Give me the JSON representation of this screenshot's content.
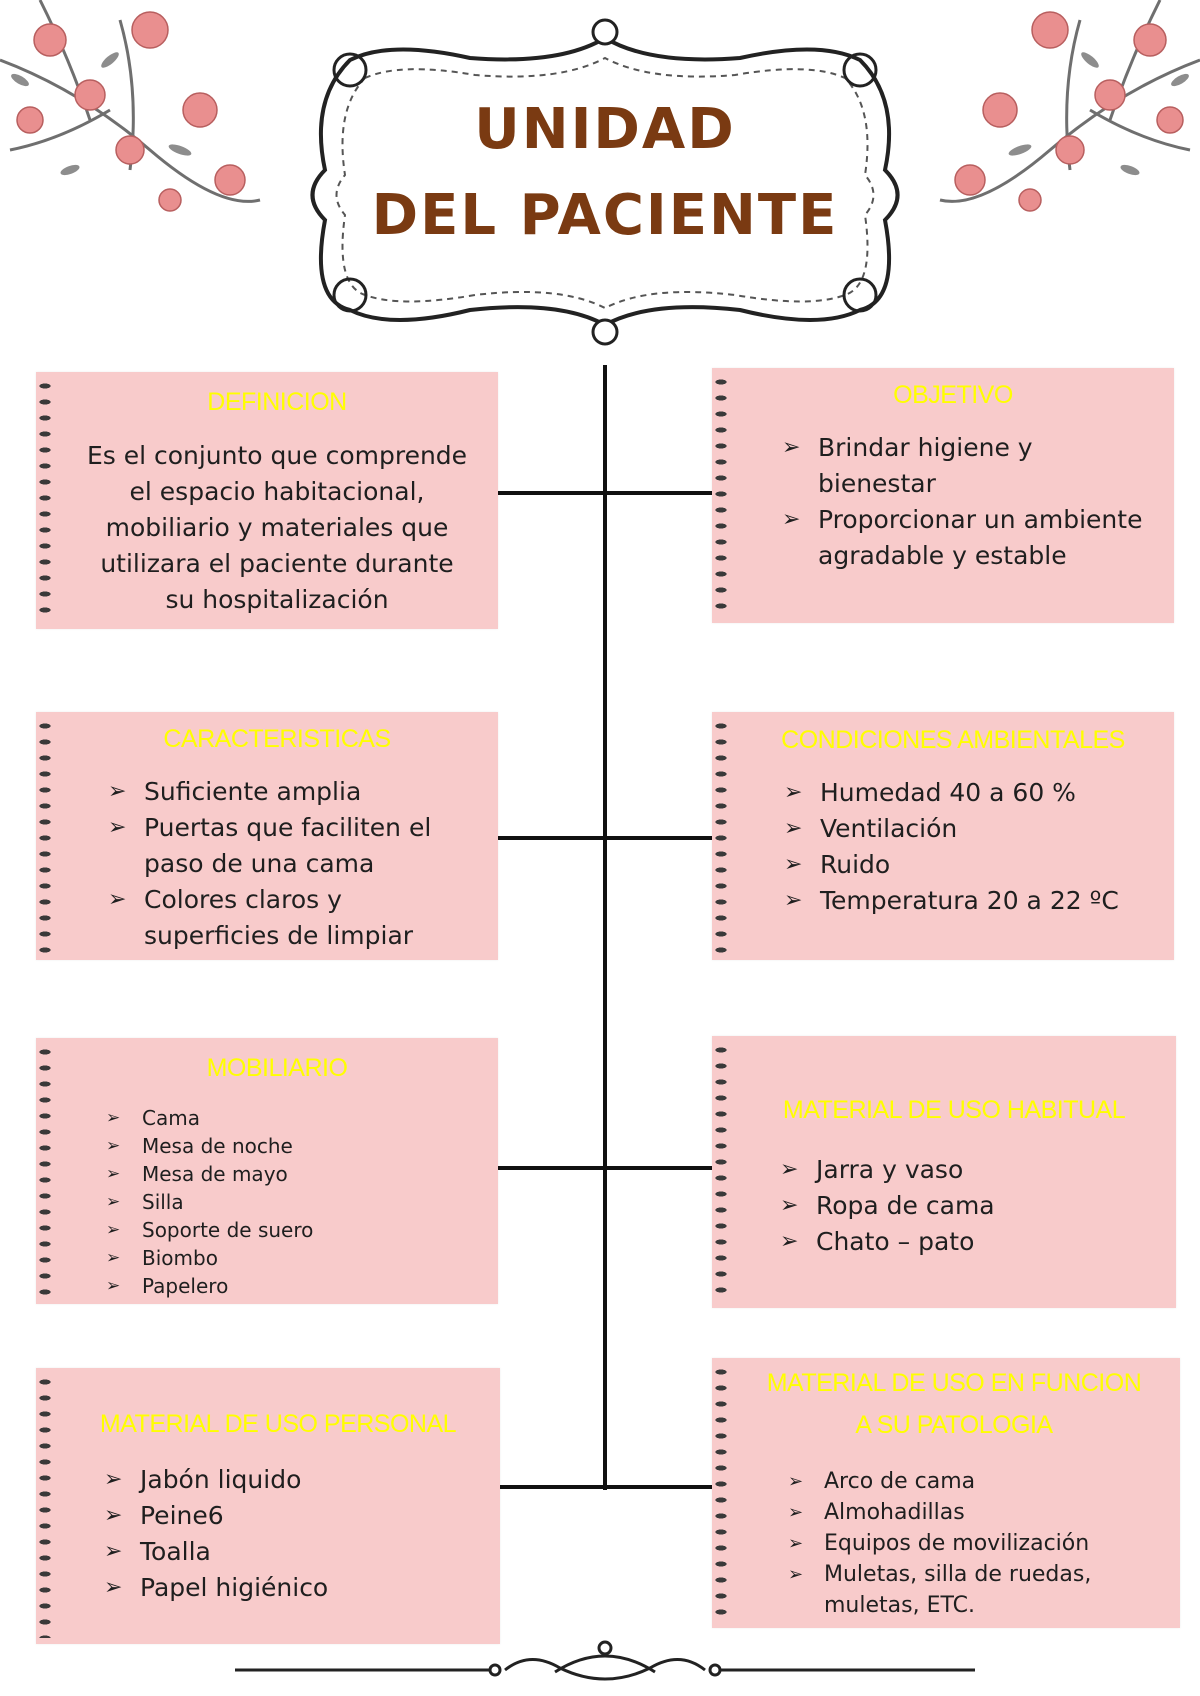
{
  "title": {
    "line1": "UNIDAD",
    "line2": "DEL PACIENTE"
  },
  "colors": {
    "card": "#f8cbcb",
    "card_title": "#ffff00",
    "title": "#7a3a12",
    "line": "#111111",
    "flower": "#e98f8f"
  },
  "sections": {
    "definicion": {
      "title": "DEFINICION",
      "text": "Es el conjunto que comprende el espacio habitacional, mobiliario y materiales que utilizara el paciente durante su hospitalización"
    },
    "objetivo": {
      "title": "OBJETIVO",
      "items": [
        "Brindar higiene y bienestar",
        "Proporcionar un ambiente agradable y estable"
      ]
    },
    "caracteristicas": {
      "title": "CARACTERISTICAS",
      "items": [
        "Suficiente amplia",
        "Puertas que faciliten el paso de una cama",
        "Colores claros y superficies de limpiar"
      ]
    },
    "condiciones": {
      "title": "CONDICIONES AMBIENTALES",
      "items": [
        "Humedad 40 a 60 %",
        "Ventilación",
        "Ruido",
        "Temperatura 20 a 22 ºC"
      ]
    },
    "mobiliario": {
      "title": "MOBILIARIO",
      "items": [
        "Cama",
        "Mesa de noche",
        "Mesa de mayo",
        "Silla",
        "Soporte de suero",
        "Biombo",
        "Papelero"
      ]
    },
    "habitual": {
      "title": "MATERIAL DE USO HABITUAL",
      "items": [
        "Jarra y vaso",
        "Ropa de cama",
        "Chato – pato"
      ]
    },
    "personal": {
      "title": "MATERIAL DE USO PERSONAL",
      "items": [
        "Jabón liquido",
        "Peine6",
        "Toalla",
        "Papel higiénico"
      ]
    },
    "patologia": {
      "title": "MATERIAL DE USO EN FUNCION A SU PATOLOGIA",
      "items": [
        "Arco de cama",
        "Almohadillas",
        "Equipos de movilización",
        "Muletas, silla de ruedas, muletas, ETC."
      ]
    }
  }
}
